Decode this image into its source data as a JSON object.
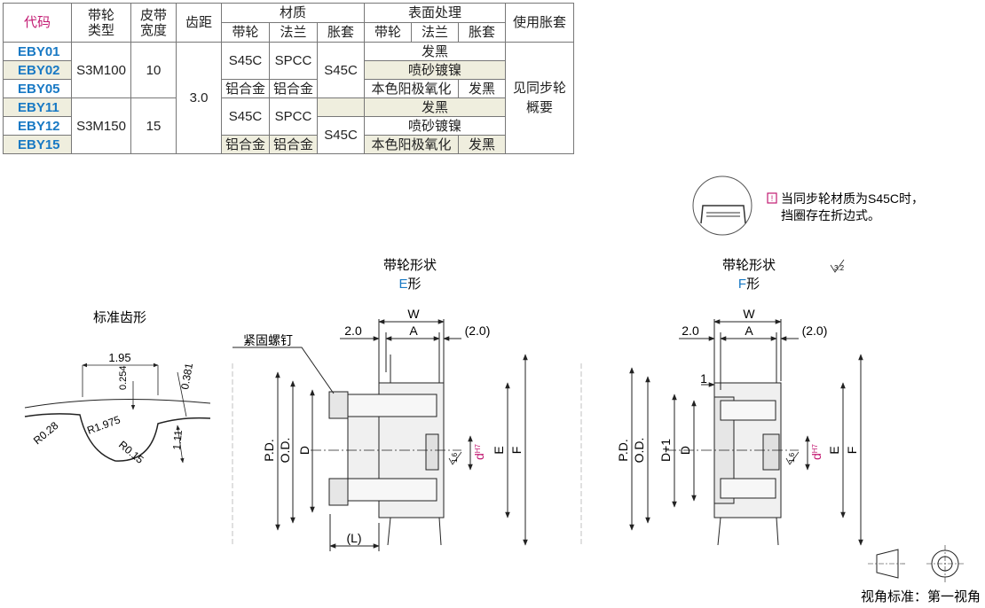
{
  "table": {
    "headers": {
      "code": "代码",
      "pulley_type": "带轮\n类型",
      "belt_width": "皮带\n宽度",
      "pitch": "齿距",
      "material": "材质",
      "surface": "表面处理",
      "bushing": "使用胀套",
      "sub": [
        "带轮",
        "法兰",
        "胀套",
        "带轮",
        "法兰",
        "胀套"
      ]
    },
    "codes": [
      "EBY01",
      "EBY02",
      "EBY05",
      "EBY11",
      "EBY12",
      "EBY15"
    ],
    "type1": "S3M100",
    "type2": "S3M150",
    "width1": "10",
    "width2": "15",
    "pitch": "3.0",
    "s45c": "S45C",
    "spcc": "SPCC",
    "al": "铝合金",
    "black": "发黑",
    "sand": "喷砂镀镍",
    "anod": "本色阳极氧化",
    "bushing_note": "见同步轮\n概要"
  },
  "note": {
    "line1": "当同步轮材质为S45C时，",
    "line2": "挡圈存在折边式。"
  },
  "tooth": {
    "title": "标准齿形",
    "w": "1.95",
    "d1": "0.254",
    "d2": "0.381",
    "r1": "R0.28",
    "r2": "R1.975",
    "r3": "R0.15",
    "h": "1.11"
  },
  "fig_e": {
    "title": "带轮形状",
    "sub": "E形",
    "w": "W",
    "a": "A",
    "left": "2.0",
    "right": "(2.0)",
    "screw": "紧固螺钉",
    "pd": "P.D.",
    "od": "O.D.",
    "d": "D",
    "dh": "dH7",
    "e": "E",
    "f": "F",
    "l": "(L)",
    "rough": "1.6"
  },
  "fig_f": {
    "title": "带轮形状",
    "sub": "F形",
    "w": "W",
    "a": "A",
    "left": "2.0",
    "right": "(2.0)",
    "one": "1",
    "pd": "P.D.",
    "od": "O.D.",
    "d1": "D+1",
    "d": "D",
    "dh": "dH7",
    "e": "E",
    "f": "F",
    "rough": "1.6",
    "rough_top": "3.2"
  },
  "view": "视角标准：第一视角",
  "colors": {
    "blue": "#1879c4",
    "magenta": "#c21a72",
    "shade": "#efeede"
  }
}
